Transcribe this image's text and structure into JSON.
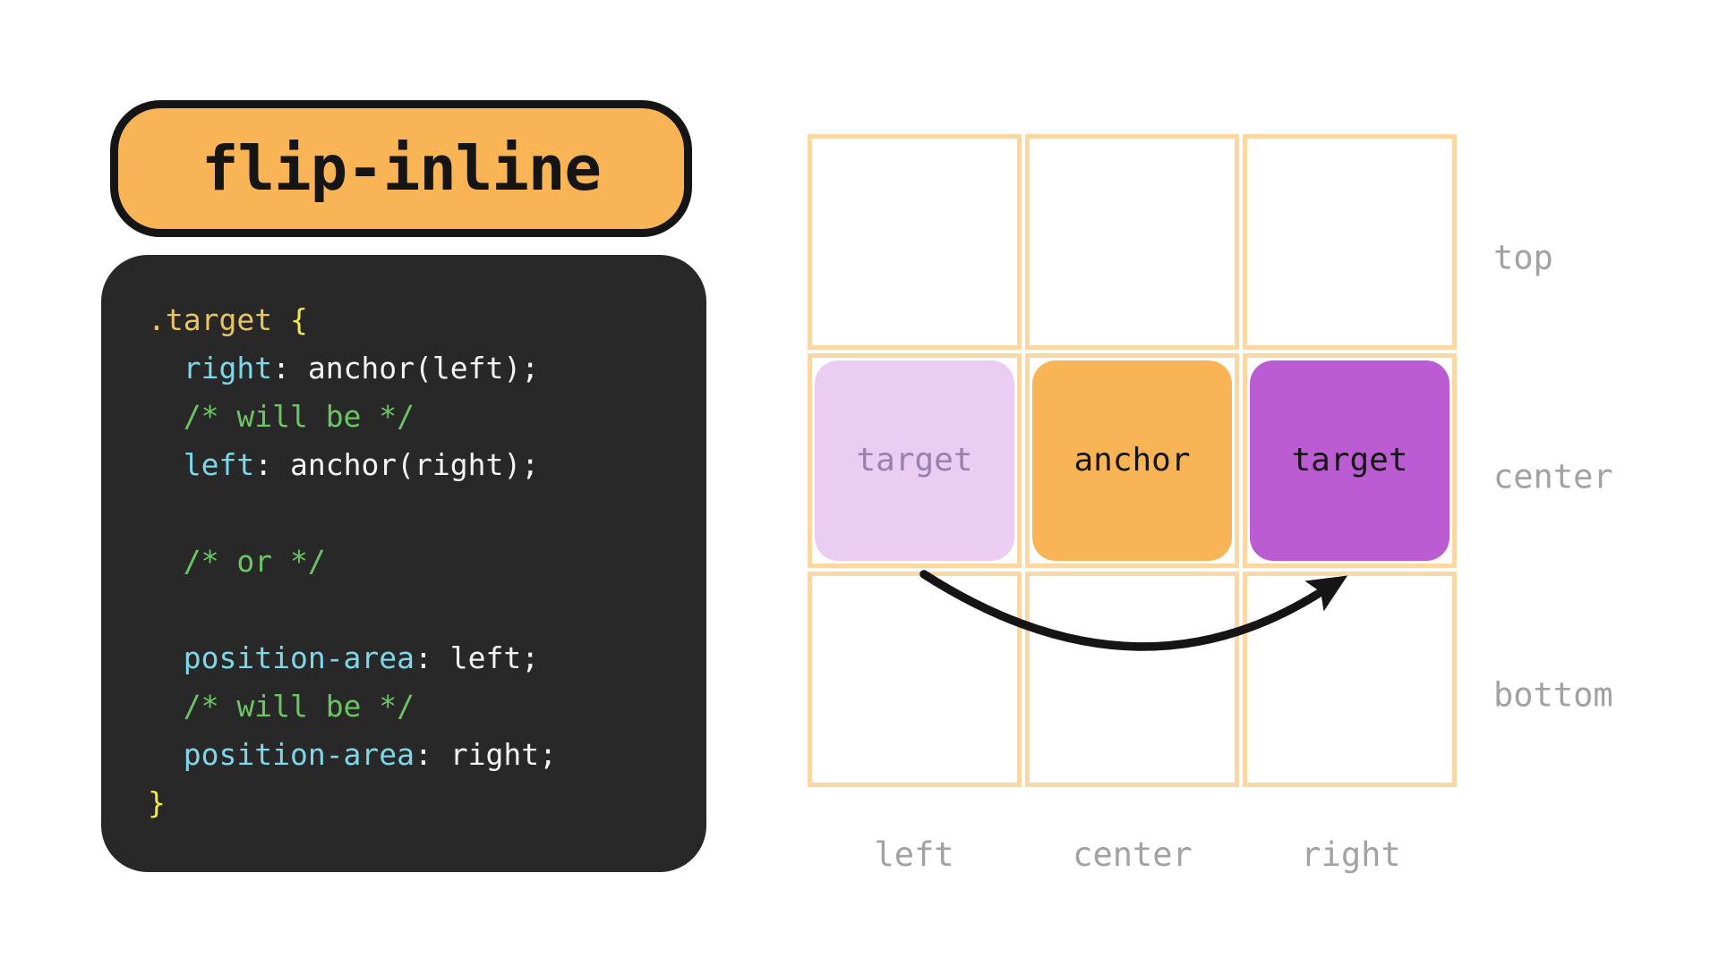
{
  "badge": {
    "label": "flip-inline",
    "bg": "#f9b455",
    "border_color": "#151515",
    "text_color": "#151515"
  },
  "code": {
    "bg": "#282828",
    "token_colors": {
      "selector": "#e9c464",
      "brace": "#f3e84e",
      "property": "#7ed7e8",
      "plain": "#f4f4f4",
      "comment": "#6cc564"
    },
    "lines": [
      [
        [
          "selector",
          ".target"
        ],
        [
          "plain",
          " "
        ],
        [
          "brace",
          "{"
        ]
      ],
      [
        [
          "plain",
          "  "
        ],
        [
          "property",
          "right"
        ],
        [
          "plain",
          ": anchor(left);"
        ]
      ],
      [
        [
          "plain",
          "  "
        ],
        [
          "comment",
          "/* will be */"
        ]
      ],
      [
        [
          "plain",
          "  "
        ],
        [
          "property",
          "left"
        ],
        [
          "plain",
          ": anchor(right);"
        ]
      ],
      [],
      [
        [
          "plain",
          "  "
        ],
        [
          "comment",
          "/* or */"
        ]
      ],
      [],
      [
        [
          "plain",
          "  "
        ],
        [
          "property",
          "position-area"
        ],
        [
          "plain",
          ": left;"
        ]
      ],
      [
        [
          "plain",
          "  "
        ],
        [
          "comment",
          "/* will be */"
        ]
      ],
      [
        [
          "plain",
          "  "
        ],
        [
          "property",
          "position-area"
        ],
        [
          "plain",
          ": right;"
        ]
      ],
      [
        [
          "brace",
          "}"
        ]
      ]
    ]
  },
  "diagram": {
    "grid_border_color": "#fad7a3",
    "label_color": "#a2a2a2",
    "arrow_color": "#151515",
    "row_labels": [
      "top",
      "center",
      "bottom"
    ],
    "column_labels": [
      "left",
      "center",
      "right"
    ],
    "boxes": [
      {
        "label": "target",
        "role": "target-original",
        "bg": "#ebccf3",
        "text_color": "#9c7fab"
      },
      {
        "label": "anchor",
        "role": "anchor",
        "bg": "#f9b455",
        "text_color": "#151515"
      },
      {
        "label": "target",
        "role": "target-flipped",
        "bg": "#bc5cd3",
        "text_color": "#151515"
      }
    ]
  }
}
